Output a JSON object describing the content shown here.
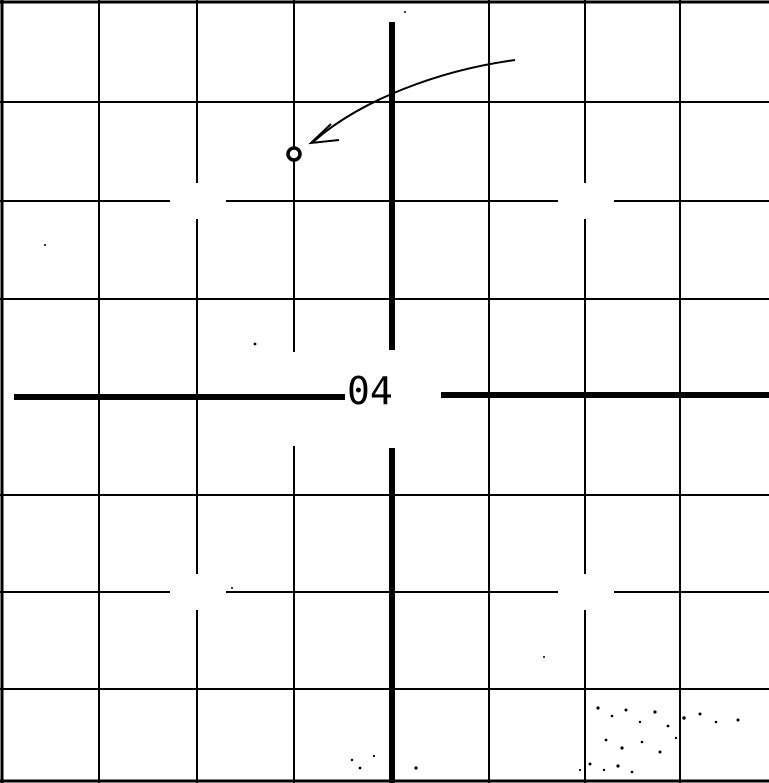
{
  "reticle": {
    "center_label": "04"
  },
  "colors": {
    "background": "#ffffff",
    "ink": "#000000"
  },
  "marks": {
    "arrow_icon": "curved-arrow-pointing-left",
    "target_icon": "small-circle"
  }
}
